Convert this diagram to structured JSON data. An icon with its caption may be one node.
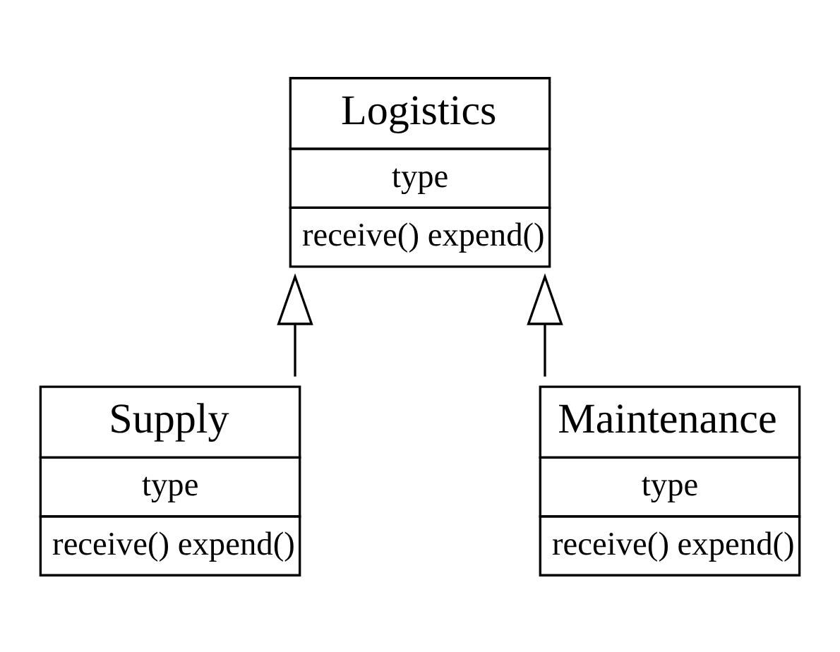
{
  "diagram": {
    "nodes": [
      {
        "text": [
          "Logistics",
          "type",
          "receive() expend()"
        ]
      },
      {
        "text": [
          "Supply",
          "type",
          "receive() expend()"
        ]
      },
      {
        "text": [
          "Maintenance",
          "type",
          "receive() expend()"
        ]
      }
    ],
    "edges": [
      {
        "from": 1,
        "to": 0,
        "arrow": "to"
      },
      {
        "from": 2,
        "to": 0,
        "arrow": "to"
      }
    ]
  }
}
